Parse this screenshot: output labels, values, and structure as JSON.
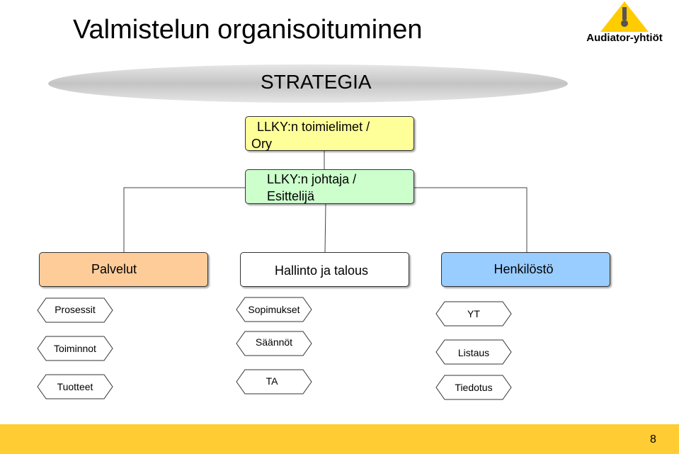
{
  "slide": {
    "title": "Valmistelun organisoituminen",
    "page_number": "8"
  },
  "logo": {
    "text": "Audiator-yhtiöt",
    "colors": {
      "triangle": "#ffcc00",
      "mark": "#555555"
    }
  },
  "diagram": {
    "strategy": "STRATEGIA",
    "board": {
      "line1": "LLKY:n toimielimet /",
      "line2": "Ory",
      "color": "#ffff99"
    },
    "director": {
      "line1": "LLKY:n johtaja /",
      "line2": "Esittelijä",
      "color": "#ccffcc"
    },
    "departments": [
      {
        "label": "Palvelut",
        "color": "#fecc99",
        "items": [
          "Prosessit",
          "Toiminnot",
          "Tuotteet"
        ]
      },
      {
        "label": "Hallinto ja talous",
        "color": "#ffffff",
        "items": [
          "Sopimukset",
          "Säännöt",
          "TA"
        ]
      },
      {
        "label": "Henkilöstö",
        "color": "#99ccff",
        "items": [
          "YT",
          "Listaus",
          "Tiedotus"
        ]
      }
    ]
  },
  "colors": {
    "footer": "#ffcc33",
    "strategy_ellipse": "#c8c8c8"
  }
}
